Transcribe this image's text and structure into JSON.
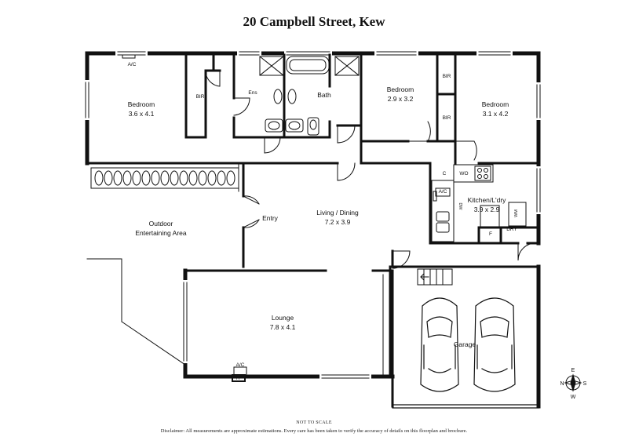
{
  "title": "20 Campbell Street, Kew",
  "not_to_scale": "NOT TO SCALE",
  "disclaimer": "Disclaimer: All measurements are approximate estimations. Every care has been taken to verify the accuracy of details on this floorplan and brochure.",
  "rooms": {
    "bedroom1": {
      "name": "Bedroom",
      "size": "3.6 x 4.1"
    },
    "bedroom2": {
      "name": "Bedroom",
      "size": "2.9 x 3.2"
    },
    "bedroom3": {
      "name": "Bedroom",
      "size": "3.1 x 4.2"
    },
    "ens": "Ens",
    "bath": "Bath",
    "bir1": "BIR",
    "bir2": "BIR",
    "bir3": "BIR",
    "living": {
      "name": "Living / Dining",
      "size": "7.2 x 3.9"
    },
    "kitchen": {
      "name": "Kitchen/L'dry",
      "size": "3.9 x 2.9"
    },
    "entry": "Entry",
    "outdoor": {
      "line1": "Outdoor",
      "line2": "Entertaining Area"
    },
    "lounge": {
      "name": "Lounge",
      "size": "7.8 x 4.1"
    },
    "garage": "Garage"
  },
  "labels": {
    "ac1": "A/C",
    "ac2": "A/C",
    "ac3": "A/C",
    "fp": "FP",
    "c": "C",
    "wo": "WO",
    "dw": "DW",
    "wm": "WM",
    "f": "F",
    "dry": "DRY"
  },
  "compass": {
    "n": "N",
    "e": "E",
    "s": "S",
    "w": "W"
  }
}
